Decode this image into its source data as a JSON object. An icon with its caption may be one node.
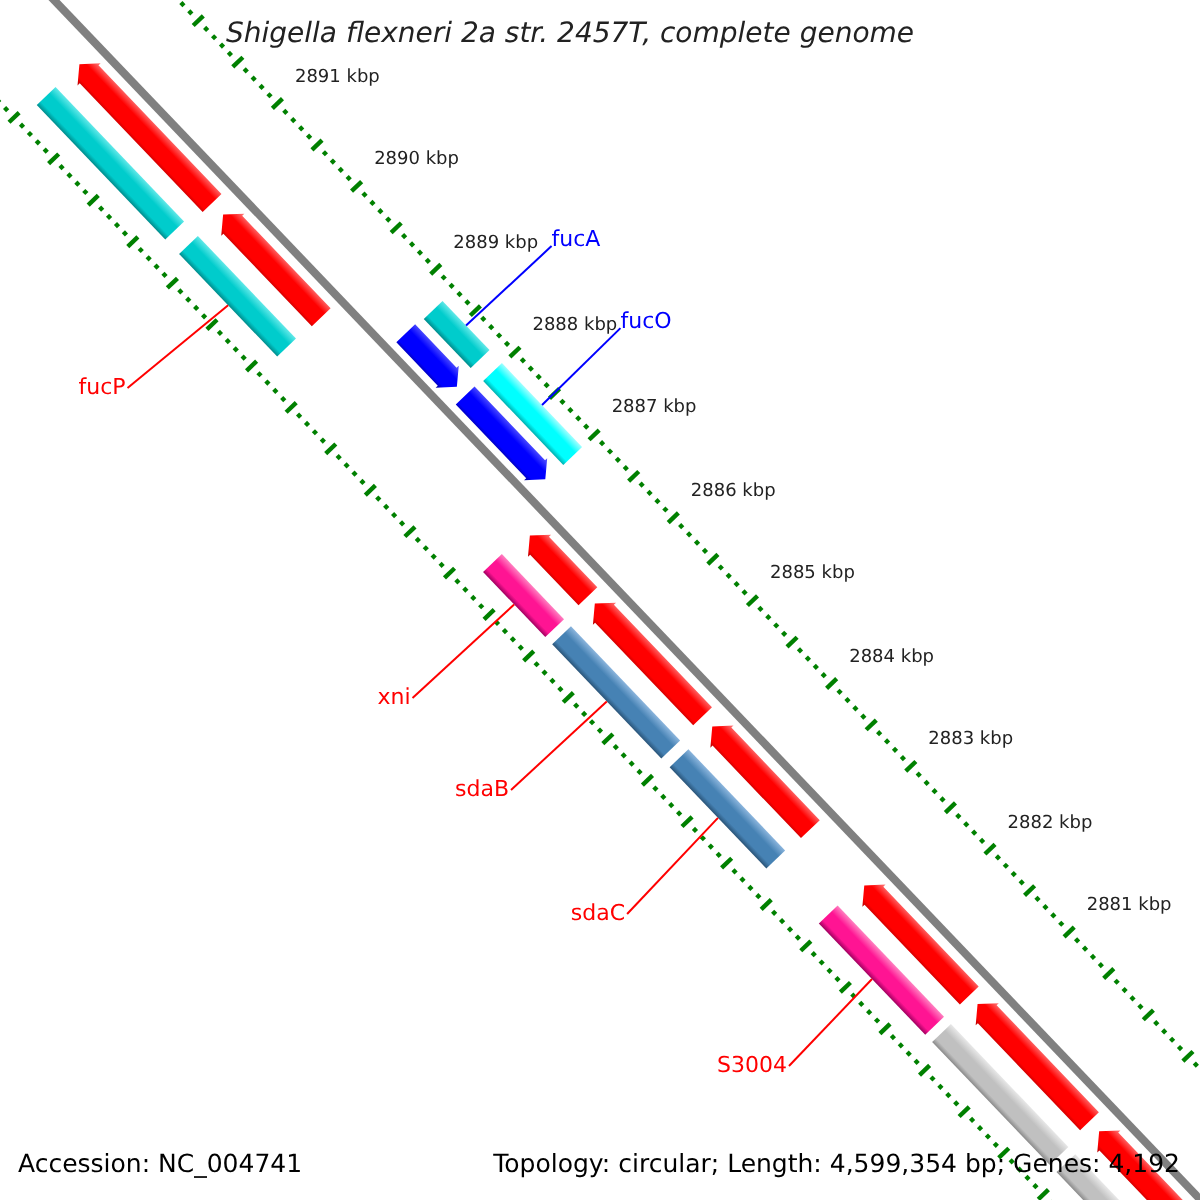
{
  "diagram": {
    "title": "Shigella flexneri 2a str. 2457T, complete genome",
    "nodes": [
      {
        "text": [
          "fucA"
        ]
      },
      {
        "text": [
          "fucO"
        ]
      },
      {
        "text": [
          "fucP"
        ]
      },
      {
        "text": [
          "xni"
        ]
      },
      {
        "text": [
          "sdaB"
        ]
      },
      {
        "text": [
          "sdaC"
        ]
      },
      {
        "text": [
          "S3004"
        ]
      },
      {
        "text": [],
        "shape": "arrow"
      },
      {
        "text": [],
        "shape": "bar"
      },
      {
        "text": [],
        "shape": "bar"
      },
      {
        "text": [],
        "shape": "arrow"
      },
      {
        "text": [],
        "shape": "arrow"
      },
      {
        "text": [],
        "shape": "bar"
      },
      {
        "text": [],
        "shape": "arrow"
      },
      {
        "text": [],
        "shape": "bar"
      },
      {
        "text": [],
        "shape": "bar"
      },
      {
        "text": [],
        "shape": "arrow"
      },
      {
        "text": [],
        "shape": "arrow"
      },
      {
        "text": [],
        "shape": "bar"
      },
      {
        "text": [],
        "shape": "arrow"
      },
      {
        "text": [],
        "shape": "bar"
      },
      {
        "text": [],
        "shape": "bar"
      },
      {
        "text": [],
        "shape": "arrow"
      },
      {
        "text": [],
        "shape": "bar"
      },
      {
        "text": [],
        "shape": "arrow"
      },
      {
        "text": [],
        "shape": "arrow"
      },
      {
        "text": [],
        "shape": "bar"
      }
    ],
    "edges": [
      {
        "from": 0,
        "to": 12,
        "arrow": "none",
        "color": "#0000ff"
      },
      {
        "from": 1,
        "to": 14,
        "arrow": "none",
        "color": "#0000ff"
      },
      {
        "from": 2,
        "to": 9,
        "arrow": "none"
      },
      {
        "from": 3,
        "to": 15,
        "arrow": "none"
      },
      {
        "from": 4,
        "to": 18,
        "arrow": "none"
      },
      {
        "from": 5,
        "to": 20,
        "arrow": "none"
      },
      {
        "from": 6,
        "to": 21,
        "arrow": "none"
      }
    ],
    "labels": [
      "2891 kbp",
      "2890 kbp",
      "2889 kbp",
      "2888 kbp",
      "2887 kbp",
      "2886 kbp",
      "2885 kbp",
      "2884 kbp",
      "2883 kbp",
      "2882 kbp",
      "2881 kbp",
      "Accession: NC_004741",
      "Topology: circular; Length: 4,599,354 bp; Genes: 4,192"
    ]
  }
}
